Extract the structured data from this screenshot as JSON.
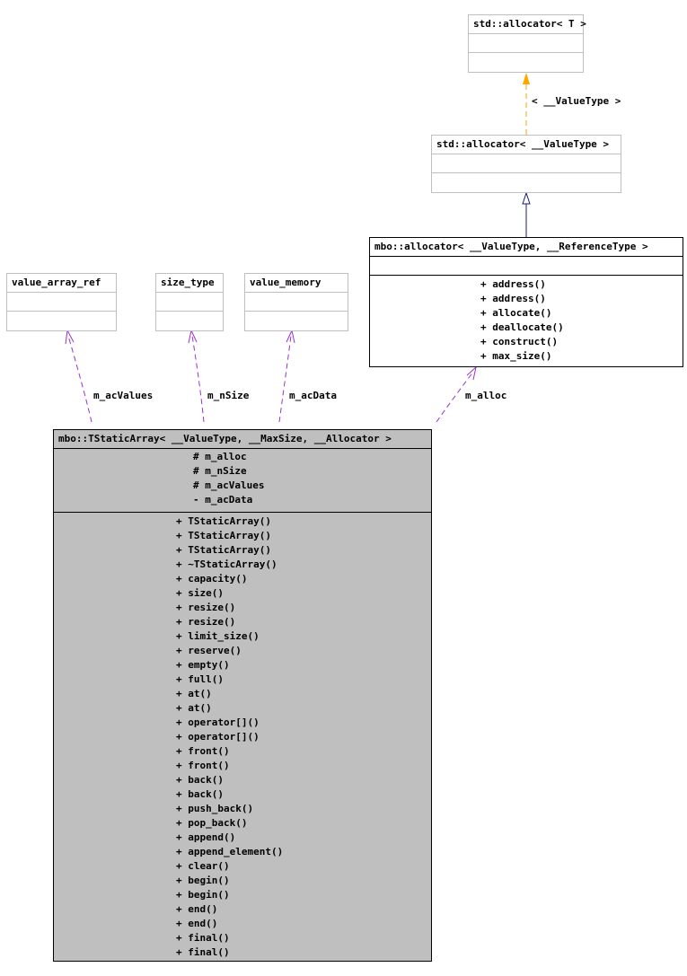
{
  "classes": {
    "std_allocator_t": {
      "title": "std::allocator< T >"
    },
    "std_allocator_valuetype": {
      "title": "std::allocator< __ValueType >"
    },
    "mbo_allocator": {
      "title": "mbo::allocator< __ValueType, __ReferenceType >",
      "methods": [
        "+ address()",
        "+ address()",
        "+ allocate()",
        "+ deallocate()",
        "+ construct()",
        "+ max_size()"
      ]
    },
    "value_array_ref": {
      "title": "value_array_ref"
    },
    "size_type": {
      "title": "size_type"
    },
    "value_memory": {
      "title": "value_memory"
    },
    "tstaticarray": {
      "title": "mbo::TStaticArray< __ValueType, __MaxSize, __Allocator >",
      "attributes": [
        "# m_alloc",
        "# m_nSize",
        "# m_acValues",
        "- m_acData"
      ],
      "methods": [
        "+ TStaticArray()",
        "+ TStaticArray()",
        "+ TStaticArray()",
        "+ ~TStaticArray()",
        "+ capacity()",
        "+ size()",
        "+ resize()",
        "+ resize()",
        "+ limit_size()",
        "+ reserve()",
        "+ empty()",
        "+ full()",
        "+ at()",
        "+ at()",
        "+ operator[]()",
        "+ operator[]()",
        "+ front()",
        "+ front()",
        "+ back()",
        "+ back()",
        "+ push_back()",
        "+ pop_back()",
        "+ append()",
        "+ append_element()",
        "+ clear()",
        "+ begin()",
        "+ begin()",
        "+ end()",
        "+ end()",
        "+ final()",
        "+ final()"
      ]
    }
  },
  "edges": {
    "template_binding": "< __ValueType >",
    "m_acValues": "m_acValues",
    "m_nSize": "m_nSize",
    "m_acData": "m_acData",
    "m_alloc": "m_alloc"
  },
  "colors": {
    "template_edge": "#ffa500",
    "usage_edge": "#9a32cd",
    "inherit_edge": "#191970",
    "main_fill": "#bfbfbf"
  }
}
